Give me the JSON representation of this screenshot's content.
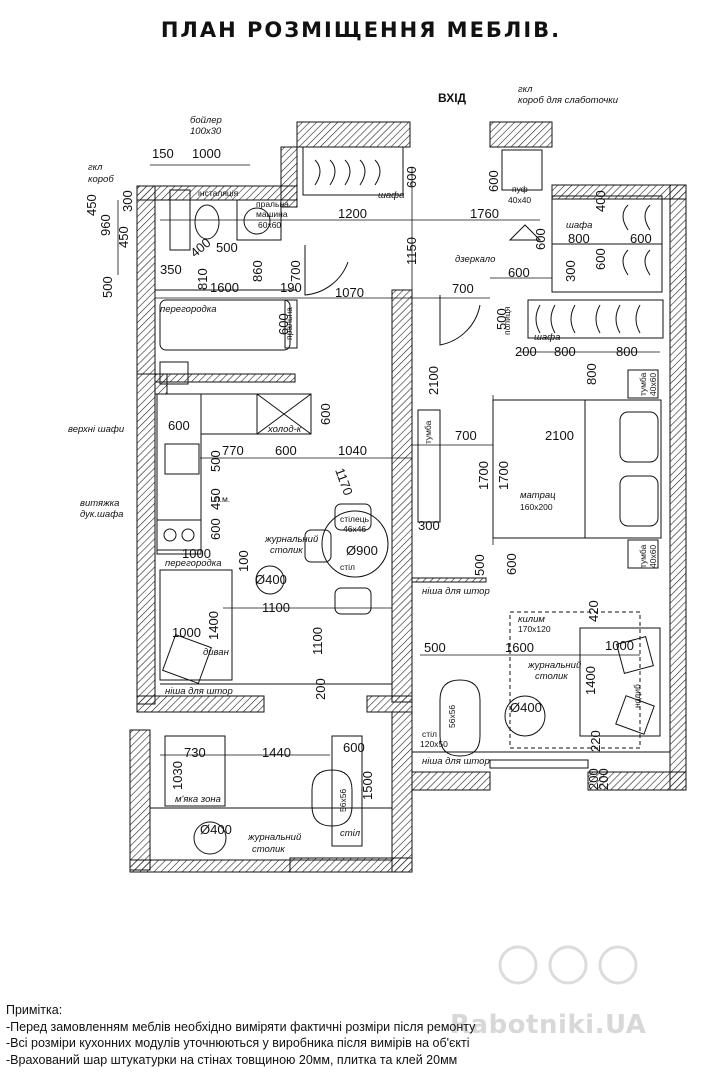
{
  "title": "ПЛАН РОЗМІЩЕННЯ МЕБЛІВ.",
  "entrance": "ВХІД",
  "labels": {
    "gkl_top": "гкл",
    "korob_slab": "короб для слаботочки",
    "boiler": "бойлер",
    "boiler_size": "100x30",
    "gkl_left": "гкл",
    "korob_left": "короб",
    "installation": "інсталяція",
    "washer": "пральна",
    "washer2": "машина",
    "washer_size": "60x60",
    "shafa_hall": "шафа",
    "puf": "пуф",
    "puf_size": "40x40",
    "shafa_right": "шафа",
    "dzerkalo": "дзеркало",
    "peregorodka_bath": "перегородка",
    "pralnia": "пральна",
    "shafa_bed": "шафа",
    "polytsia": "полиця",
    "tumba_top": "тумба",
    "tumba_top_size": "40x60",
    "verkhni_shafy": "верхні шафи",
    "kholodylnyk": "холод-к",
    "tumba_mid": "тумба",
    "matrats": "матрац",
    "matrats_size": "160x200",
    "vytiazhka": "витяжка",
    "vytiazhka2": "дук.шафа",
    "pm": "п.м.",
    "stilets": "стілець",
    "stilets_size": "46x46",
    "stil_round": "стіл",
    "tumba_bot": "тумба",
    "tumba_bot_size": "40x60",
    "zhurn_kitchen": "журнальний",
    "zhurn_kitchen2": "столик",
    "peregorodka_kitchen": "перегородка",
    "nisha_bed": "ніша для штор",
    "kylym": "килим",
    "kylym_size": "170x120",
    "zhurn_room": "журнальний",
    "zhurn_room2": "столик",
    "dyvan": "диван",
    "nish_left": "ніша для штор",
    "stil_room": "стіл",
    "stil_room_size": "120x50",
    "nish_room": "ніша для штор",
    "myaka_zona": "м'яка зона",
    "stil_balc": "стіл",
    "zhurn_balc": "журнальний",
    "zhurn_balc2": "столик",
    "nogyb": "нодиб"
  },
  "dims": {
    "d150": "150",
    "d1000a": "1000",
    "d450a": "450",
    "d960": "960",
    "d450b": "450",
    "d300": "300",
    "d400": "400",
    "d500a": "500",
    "d350": "350",
    "d810": "810",
    "d860": "860",
    "d700a": "700",
    "d500b": "500",
    "d1600a": "1600",
    "d190": "190",
    "d1070": "1070",
    "d700b": "700",
    "d1200": "1200",
    "d1760": "1760",
    "d600a": "600",
    "d1150": "1150",
    "d600b": "600",
    "d600c": "600",
    "d800a": "800",
    "d600d": "600",
    "d300b": "300",
    "d600e": "600",
    "d400b": "400",
    "d600f": "600",
    "d500c": "500",
    "d200": "200",
    "d800b": "800",
    "d800c": "800",
    "d800d": "800",
    "d600g": "600",
    "d2100a": "2100",
    "d700c": "700",
    "d2100b": "2100",
    "d600h": "600",
    "d770": "770",
    "d600i": "600",
    "d1040": "1040",
    "d500d": "500",
    "d1700a": "1700",
    "d1700b": "1700",
    "d450c": "450",
    "d600j": "600",
    "d1170": "1170",
    "d300c": "300",
    "d900": "Ø900",
    "d1000b": "1000",
    "d100": "100",
    "d400c": "Ø400",
    "d1100a": "1100",
    "d1000c": "1000",
    "d1400a": "1400",
    "d1100b": "1100",
    "d500e": "500",
    "d600k": "600",
    "d500f": "500",
    "d1600b": "1600",
    "d400d": "Ø400",
    "d1400b": "1400",
    "d420": "420",
    "d1000d": "1000",
    "d220": "220",
    "d200b": "200",
    "d200c": "200",
    "d200d": "200",
    "d730": "730",
    "d1440": "1440",
    "d600l": "600",
    "d1030": "1030",
    "d1500": "1500",
    "d400e": "Ø400",
    "d5656a": "56x56",
    "d5656b": "56x56",
    "d600m": "600"
  },
  "notes": {
    "heading": "Примітка:",
    "line1": "-Перед замовленням меблів необхідно виміряти фактичні розміри після ремонту",
    "line2": "-Всі розміри кухонних модулів уточнюються у виробника після вимірів на об'єкті",
    "line3": "-Врахований шар штукатурки на стінах товщиною 20мм, плитка та клей 20мм"
  },
  "watermark": "Rabotniki.UA"
}
